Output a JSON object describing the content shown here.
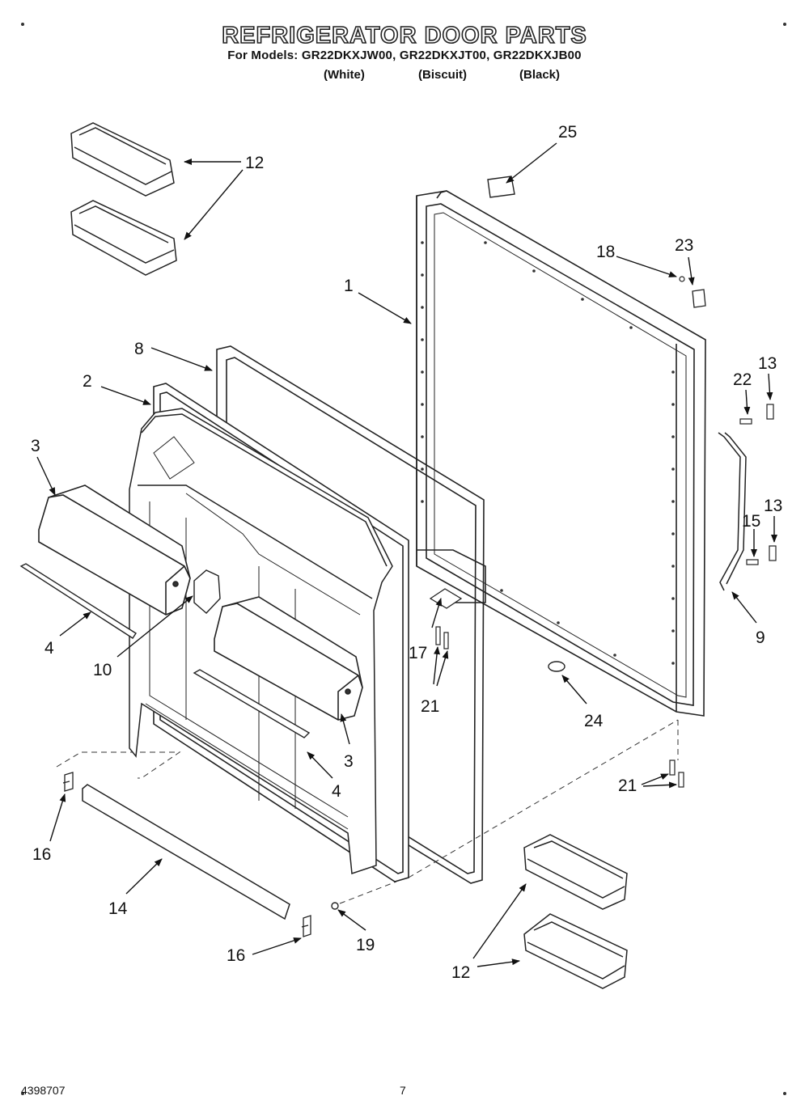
{
  "header": {
    "title": "REFRIGERATOR DOOR PARTS",
    "models": "For Models: GR22DKXJW00, GR22DKXJT00, GR22DKXJB00",
    "colors": [
      "(White)",
      "(Biscuit)",
      "(Black)"
    ]
  },
  "callouts": {
    "c1": "1",
    "c2": "2",
    "c3a": "3",
    "c3b": "3",
    "c4a": "4",
    "c4b": "4",
    "c8": "8",
    "c9": "9",
    "c10": "10",
    "c12a": "12",
    "c12b": "12",
    "c13a": "13",
    "c13b": "13",
    "c14": "14",
    "c15": "15",
    "c16a": "16",
    "c16b": "16",
    "c17": "17",
    "c18": "18",
    "c19": "19",
    "c21a": "21",
    "c21b": "21",
    "c22": "22",
    "c23": "23",
    "c24": "24",
    "c25": "25"
  },
  "footer": {
    "part_number": "4398707",
    "page": "7"
  }
}
